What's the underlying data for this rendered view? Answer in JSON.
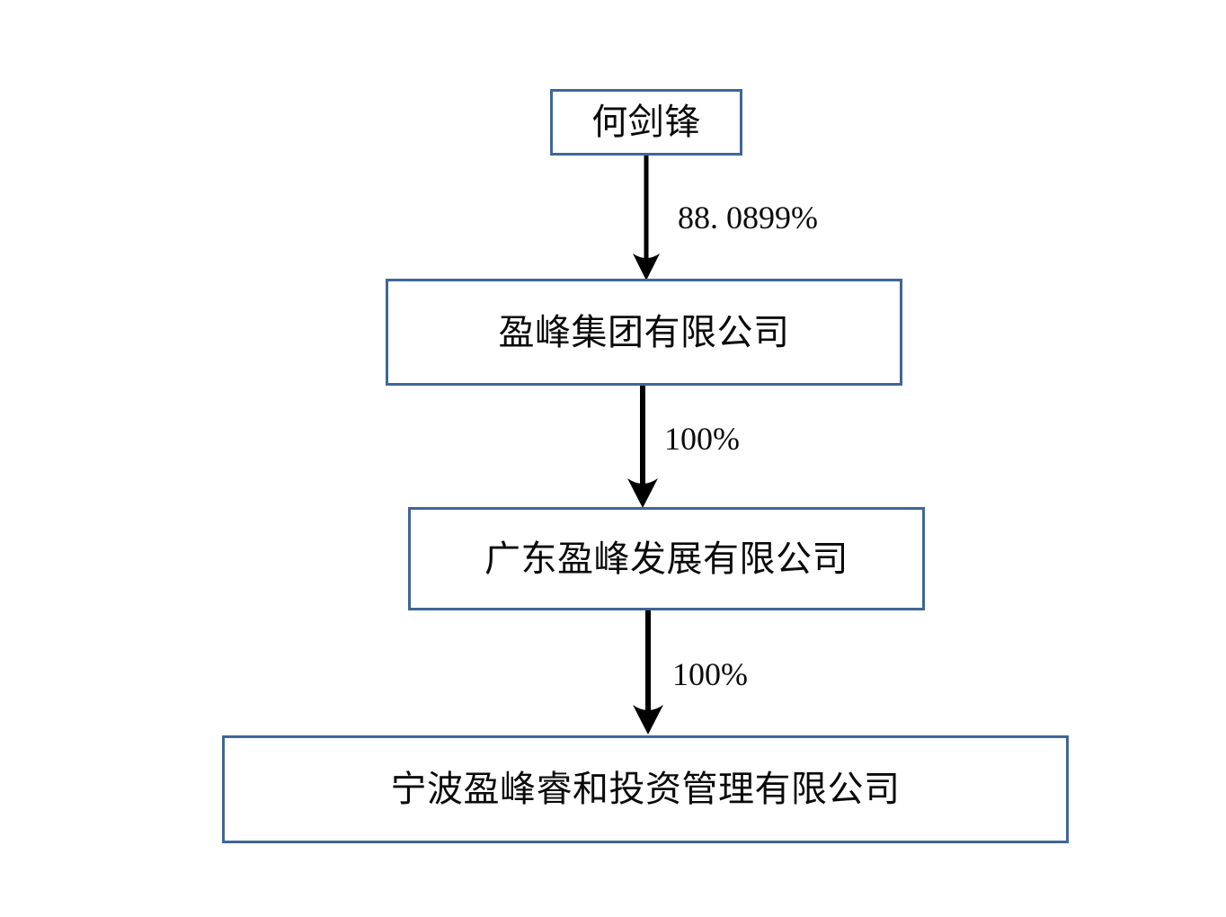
{
  "diagram": {
    "type": "ownership-structure-chart",
    "orientation": "vertical-top-down",
    "background_color": "#FFFFFF",
    "box_border_color": "#3F6697",
    "arrow_color": "#000000",
    "text_color": "#0A0A0A",
    "nodes": [
      {
        "id": "person",
        "label": "何剑锋"
      },
      {
        "id": "group",
        "label": "盈峰集团有限公司"
      },
      {
        "id": "development",
        "label": "广东盈峰发展有限公司"
      },
      {
        "id": "fund",
        "label": "宁波盈峰睿和投资管理有限公司"
      }
    ],
    "edges": [
      {
        "id": "edge-1",
        "from": "person",
        "to": "group",
        "label": "88. 0899%"
      },
      {
        "id": "edge-2",
        "from": "group",
        "to": "development",
        "label": "100%"
      },
      {
        "id": "edge-3",
        "from": "development",
        "to": "fund",
        "label": "100%"
      }
    ]
  }
}
